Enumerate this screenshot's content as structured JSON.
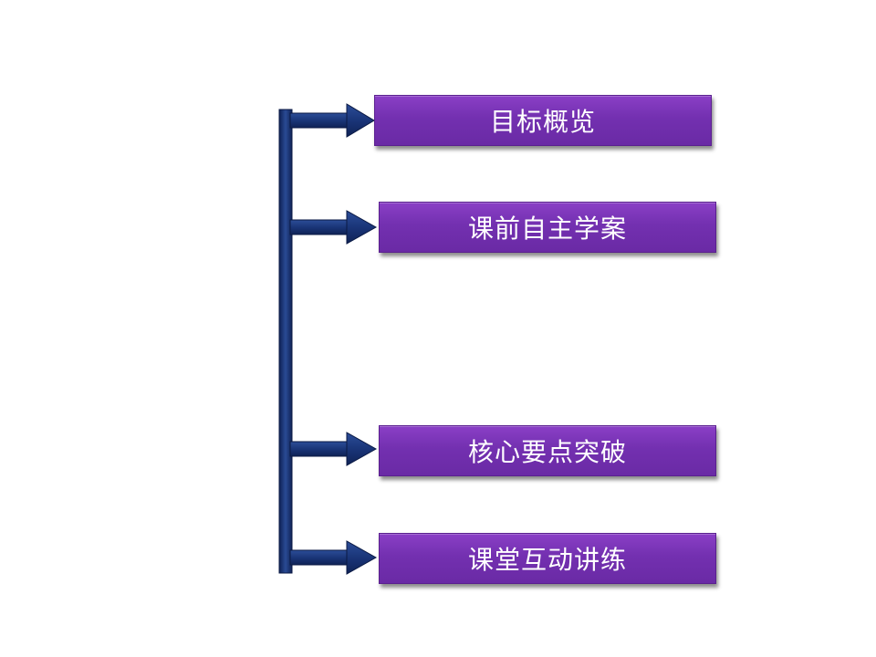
{
  "nav_items": [
    {
      "label": "目标概览"
    },
    {
      "label": "课前自主学案"
    },
    {
      "label": "核心要点突破"
    },
    {
      "label": "课堂互动讲练"
    }
  ],
  "colors": {
    "box_fill": "#7330b0",
    "connector": "#1f3a7a",
    "text": "#ffffff"
  }
}
